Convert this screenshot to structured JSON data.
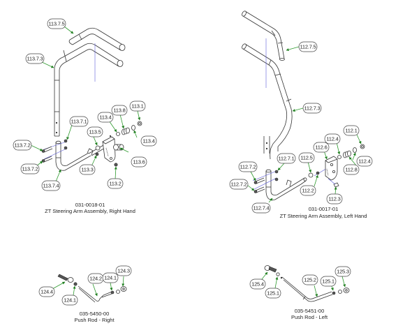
{
  "colors": {
    "background": "#ffffff",
    "leader_line": "#2e9a2e",
    "arrow_head": "#1e7d1e",
    "axis_line": "#5a5ad8",
    "outline": "#333333",
    "text": "#222222"
  },
  "assemblies": [
    {
      "id": "right-hand-steering-arm",
      "part_number": "031-0018-01",
      "title": "ZT Steering Arm Assembly, Right Hand",
      "callouts": [
        "113.7.5",
        "113.7.3",
        "113.7.1",
        "113.8",
        "113.1",
        "113.4",
        "113.5",
        "113.4",
        "113.6",
        "113.7.2",
        "113.7.2",
        "113.3",
        "113.2",
        "113.7.4"
      ]
    },
    {
      "id": "left-hand-steering-arm",
      "part_number": "031-0017-01",
      "title": "ZT Steering Arm Assembly, Left Hand",
      "callouts": [
        "112.7.5",
        "112.7.3",
        "112.1",
        "112.4",
        "112.6",
        "112.5",
        "112.7.1",
        "112.4",
        "112.8",
        "112.7.2",
        "112.7.2",
        "112.2",
        "112.3",
        "112.7.4"
      ]
    },
    {
      "id": "push-rod-right",
      "part_number": "035-5450-00",
      "title": "Push Rod - Right",
      "callouts": [
        "124.3",
        "124.2",
        "124.1",
        "124.4",
        "124.1"
      ]
    },
    {
      "id": "push-rod-left",
      "part_number": "035-5451-00",
      "title": "Push Rod - Left",
      "callouts": [
        "125.3",
        "125.2",
        "125.1",
        "125.4",
        "125.1"
      ]
    }
  ]
}
